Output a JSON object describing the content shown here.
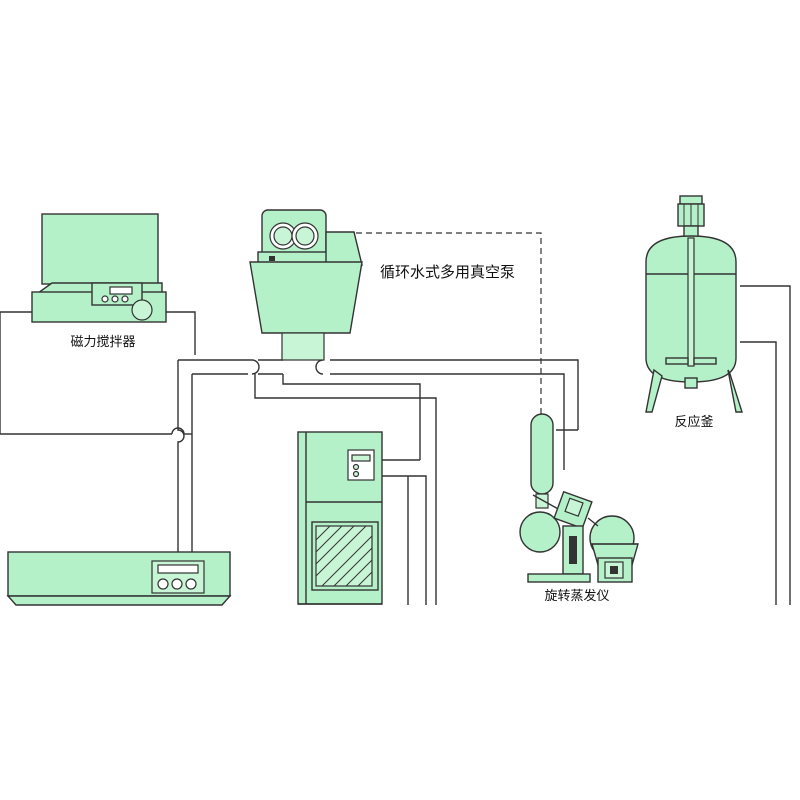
{
  "labels": {
    "magnetic_stirrer": "磁力搅拌器",
    "vacuum_pump": "循环水式多用真空泵",
    "rotary_evaporator": "旋转蒸发仪",
    "reactor": "反应釜"
  },
  "colors": {
    "equipment_fill": "#b4f0c8",
    "line": "#333333",
    "background": "#ffffff"
  }
}
